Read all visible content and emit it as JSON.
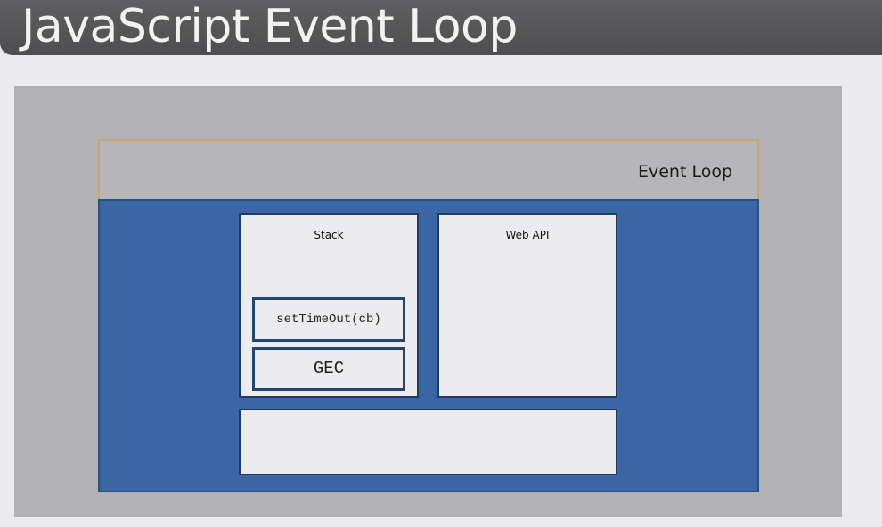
{
  "slide": {
    "title": "JavaScript Event Loop"
  },
  "diagram": {
    "event_loop_label": "Event Loop",
    "stack": {
      "label": "Stack",
      "frames": [
        "setTimeOut(cb)",
        "GEC"
      ]
    },
    "web_api": {
      "label": "Web API"
    }
  },
  "colors": {
    "title_bar": "#555557",
    "outer_panel": "#b2b2b4",
    "event_loop_border": "#c7a86a",
    "runtime_area": "#3a67a3",
    "box_border": "#1e3c66",
    "box_fill": "#ececee"
  }
}
